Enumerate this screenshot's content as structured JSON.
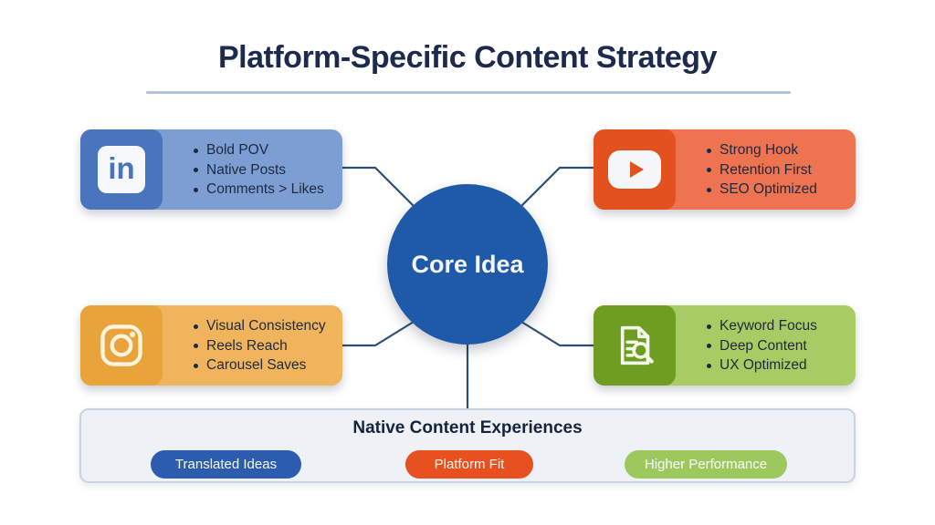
{
  "title": "Platform-Specific Content Strategy",
  "core": {
    "label": "Core Idea"
  },
  "platforms": {
    "linkedin": {
      "icon": "linkedin-icon",
      "logo_text": "in",
      "bullets": [
        "Bold POV",
        "Native Posts",
        "Comments > Likes"
      ]
    },
    "youtube": {
      "icon": "youtube-icon",
      "bullets": [
        "Strong Hook",
        "Retention First",
        "SEO Optimized"
      ]
    },
    "instagram": {
      "icon": "instagram-icon",
      "bullets": [
        "Visual Consistency",
        "Reels Reach",
        "Carousel Saves"
      ]
    },
    "seo": {
      "icon": "seo-document-search-icon",
      "bullets": [
        "Keyword Focus",
        "Deep Content",
        "UX Optimized"
      ]
    }
  },
  "footer": {
    "title": "Native Content Experiences",
    "pills": [
      {
        "label": "Translated Ideas",
        "color": "#2b5cad"
      },
      {
        "label": "Platform Fit",
        "color": "#e8501f"
      },
      {
        "label": "Higher Performance",
        "color": "#9cc85e"
      }
    ]
  },
  "colors": {
    "title_text": "#1c2a4e",
    "core_circle": "#1f5aa9",
    "connector_line": "#2e4d72",
    "linkedin_icon_bg": "#4a74bc",
    "linkedin_body_bg": "#7d9ed3",
    "youtube_icon_bg": "#e2511e",
    "youtube_body_bg": "#ee7350",
    "instagram_icon_bg": "#e9a33b",
    "instagram_body_bg": "#f0b55c",
    "seo_icon_bg": "#6f9d22",
    "seo_body_bg": "#a9cb64",
    "footer_bg": "#eef1f6",
    "footer_border": "#c9d3e2"
  }
}
